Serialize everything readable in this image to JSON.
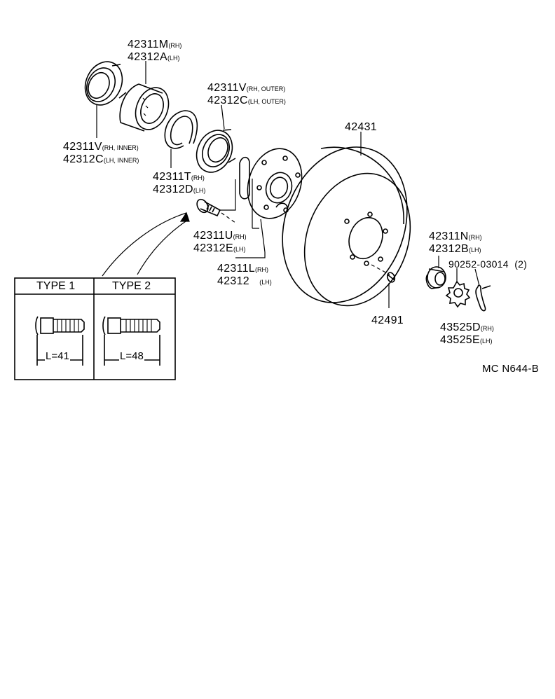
{
  "diagram": {
    "code": "MC N644-B",
    "callouts": {
      "bearing_outer_race": {
        "rh": "42311M",
        "rh_tag": "(RH)",
        "lh": "42312A",
        "lh_tag": "(LH)"
      },
      "inner_seal": {
        "rh": "42311V",
        "rh_tag": "(RH, INNER)",
        "lh": "42312C",
        "lh_tag": "(LH, INNER)"
      },
      "outer_seal": {
        "rh": "42311V",
        "rh_tag": "(RH, OUTER)",
        "lh": "42312C",
        "lh_tag": "(LH, OUTER)"
      },
      "snap_ring": {
        "rh": "42311T",
        "rh_tag": "(RH)",
        "lh": "42312D",
        "lh_tag": "(LH)"
      },
      "hub_bolt": {
        "rh": "42311U",
        "rh_tag": "(RH)",
        "lh": "42312E",
        "lh_tag": "(LH)"
      },
      "axle_hub": {
        "rh": "42311L",
        "rh_tag": "(RH)",
        "lh": "42312",
        "lh_tag": "(LH)"
      },
      "disc": {
        "part": "42431"
      },
      "disc_screw": {
        "part": "42491"
      },
      "hub_nut": {
        "rh": "42311N",
        "rh_tag": "(RH)",
        "lh": "42312B",
        "lh_tag": "(LH)"
      },
      "cotter_pin": {
        "part": "90252-03014",
        "qty": "(2)"
      },
      "nut_lock_cap": {
        "rh": "43525D",
        "rh_tag": "(RH)",
        "lh": "43525E",
        "lh_tag": "(LH)"
      }
    },
    "bolt_types": [
      {
        "label": "TYPE 1",
        "length": "L=41"
      },
      {
        "label": "TYPE 2",
        "length": "L=48"
      }
    ]
  }
}
